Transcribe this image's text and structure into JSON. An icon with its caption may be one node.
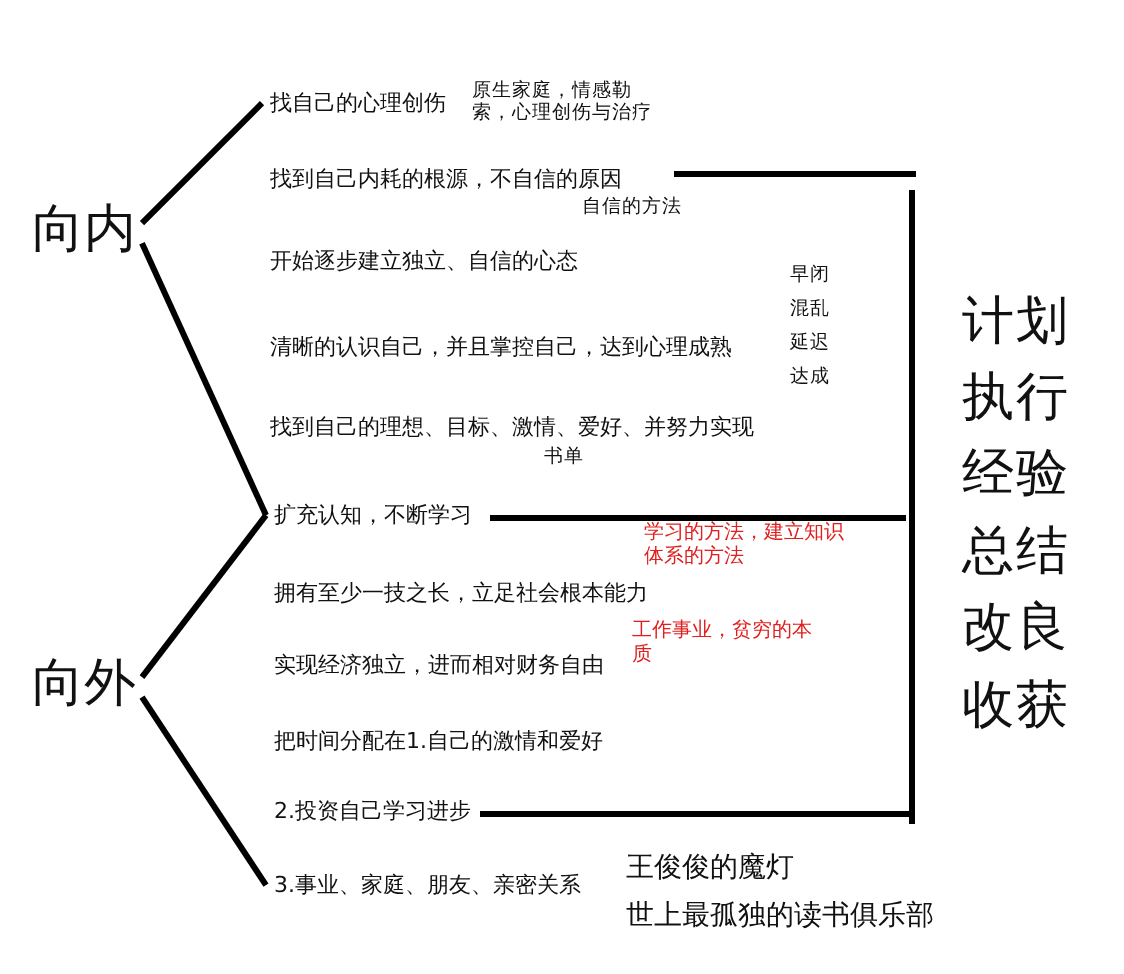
{
  "diagram": {
    "nodes": [
      {
        "text": [
          "向内"
        ]
      },
      {
        "text": [
          "找自己的心理创伤"
        ]
      },
      {
        "text": [
          "扩充认知，不断学习"
        ]
      },
      {
        "text": [
          "向外"
        ]
      },
      {
        "text": [
          "3.事业、家庭、朋友、亲密关系"
        ]
      }
    ],
    "edges": [
      {
        "from": 0,
        "to": 1,
        "arrow": "none"
      },
      {
        "from": 0,
        "to": 2,
        "arrow": "none"
      },
      {
        "from": 3,
        "to": 2,
        "arrow": "none"
      },
      {
        "from": 3,
        "to": 4,
        "arrow": "none"
      }
    ],
    "labels": [
      "原生家庭，情感勒索，心理创伤与治疗",
      "找到自己内耗的根源，不自信的原因",
      "自信的方法",
      "开始逐步建立独立、自信的心态",
      "早闭",
      "混乱",
      "清晰的认识自己，并且掌控自己，达到心理成熟",
      "延迟",
      "达成",
      "找到自己的理想、目标、激情、爱好、并努力实现",
      "书单",
      "计划",
      "执行",
      "经验",
      "总结",
      "改良",
      "收获",
      "学习的方法，建立知识体系的方法",
      "拥有至少一技之长，立足社会根本能力",
      "工作事业，贫穷的本质",
      "实现经济独立，进而相对财务自由",
      "把时间分配在1.自己的激情和爱好",
      "2.投资自己学习进步",
      "王俊俊的魔灯",
      "世上最孤独的读书俱乐部"
    ]
  }
}
